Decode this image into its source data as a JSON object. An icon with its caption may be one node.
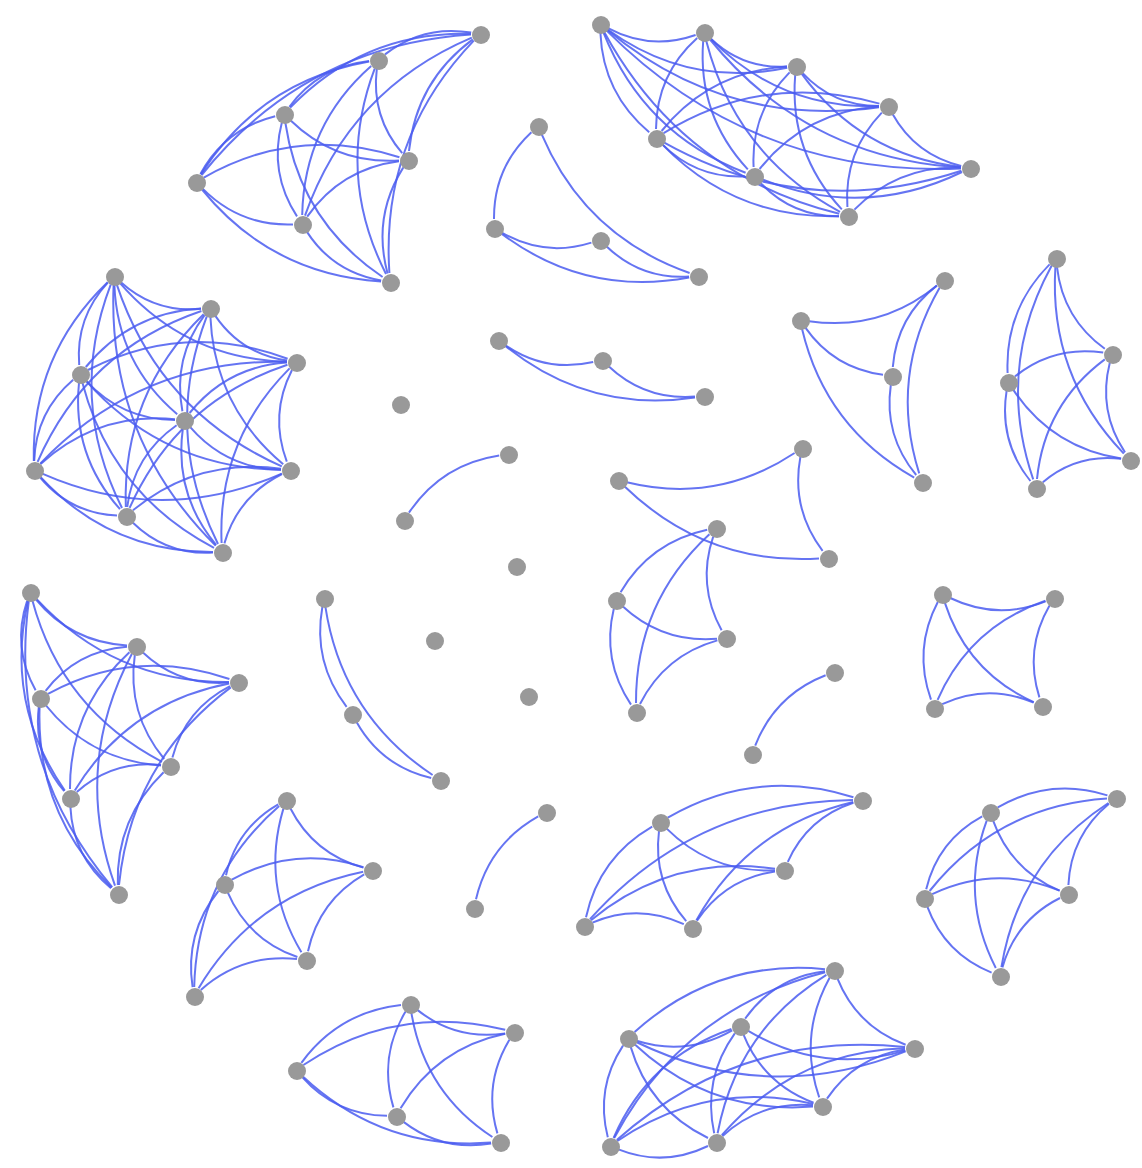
{
  "diagram": {
    "nodes": [
      {
        "text": [],
        "shape": "circle"
      },
      {
        "text": [],
        "shape": "circle"
      },
      {
        "text": [],
        "shape": "circle"
      },
      {
        "text": [],
        "shape": "circle"
      },
      {
        "text": [],
        "shape": "circle"
      },
      {
        "text": [],
        "shape": "circle"
      },
      {
        "text": [],
        "shape": "circle"
      },
      {
        "text": [],
        "shape": "circle"
      },
      {
        "text": [],
        "shape": "circle"
      },
      {
        "text": [],
        "shape": "circle"
      },
      {
        "text": [],
        "shape": "circle"
      },
      {
        "text": [],
        "shape": "circle"
      },
      {
        "text": [],
        "shape": "circle"
      },
      {
        "text": [],
        "shape": "circle"
      },
      {
        "text": [],
        "shape": "circle"
      },
      {
        "text": [],
        "shape": "circle"
      },
      {
        "text": [],
        "shape": "circle"
      },
      {
        "text": [],
        "shape": "circle"
      },
      {
        "text": [],
        "shape": "circle"
      },
      {
        "text": [],
        "shape": "circle"
      },
      {
        "text": [],
        "shape": "circle"
      },
      {
        "text": [],
        "shape": "circle"
      },
      {
        "text": [],
        "shape": "circle"
      },
      {
        "text": [],
        "shape": "circle"
      },
      {
        "text": [],
        "shape": "circle"
      },
      {
        "text": [],
        "shape": "circle"
      },
      {
        "text": [],
        "shape": "circle"
      },
      {
        "text": [],
        "shape": "circle"
      },
      {
        "text": [],
        "shape": "circle"
      },
      {
        "text": [],
        "shape": "circle"
      },
      {
        "text": [],
        "shape": "circle"
      },
      {
        "text": [],
        "shape": "circle"
      },
      {
        "text": [],
        "shape": "circle"
      },
      {
        "text": [],
        "shape": "circle"
      },
      {
        "text": [],
        "shape": "circle"
      },
      {
        "text": [],
        "shape": "circle"
      },
      {
        "text": [],
        "shape": "circle"
      },
      {
        "text": [],
        "shape": "circle"
      },
      {
        "text": [],
        "shape": "circle"
      },
      {
        "text": [],
        "shape": "circle"
      },
      {
        "text": [],
        "shape": "circle"
      },
      {
        "text": [],
        "shape": "circle"
      },
      {
        "text": [],
        "shape": "circle"
      },
      {
        "text": [],
        "shape": "circle"
      },
      {
        "text": [],
        "shape": "circle"
      },
      {
        "text": [],
        "shape": "circle"
      },
      {
        "text": [],
        "shape": "circle"
      },
      {
        "text": [],
        "shape": "circle"
      },
      {
        "text": [],
        "shape": "circle"
      },
      {
        "text": [],
        "shape": "circle"
      },
      {
        "text": [],
        "shape": "circle"
      },
      {
        "text": [],
        "shape": "circle"
      },
      {
        "text": [],
        "shape": "circle"
      },
      {
        "text": [],
        "shape": "circle"
      },
      {
        "text": [],
        "shape": "circle"
      },
      {
        "text": [],
        "shape": "circle"
      },
      {
        "text": [],
        "shape": "circle"
      },
      {
        "text": [],
        "shape": "circle"
      },
      {
        "text": [],
        "shape": "circle"
      },
      {
        "text": [],
        "shape": "circle"
      },
      {
        "text": [],
        "shape": "circle"
      },
      {
        "text": [],
        "shape": "circle"
      },
      {
        "text": [],
        "shape": "circle"
      },
      {
        "text": [],
        "shape": "circle"
      },
      {
        "text": [],
        "shape": "circle"
      },
      {
        "text": [],
        "shape": "circle"
      },
      {
        "text": [],
        "shape": "circle"
      },
      {
        "text": [],
        "shape": "circle"
      },
      {
        "text": [],
        "shape": "circle"
      },
      {
        "text": [],
        "shape": "circle"
      },
      {
        "text": [],
        "shape": "circle"
      },
      {
        "text": [],
        "shape": "circle"
      },
      {
        "text": [],
        "shape": "circle"
      },
      {
        "text": [],
        "shape": "circle"
      },
      {
        "text": [],
        "shape": "circle"
      },
      {
        "text": [],
        "shape": "circle"
      },
      {
        "text": [],
        "shape": "circle"
      },
      {
        "text": [],
        "shape": "circle"
      },
      {
        "text": [],
        "shape": "circle"
      },
      {
        "text": [],
        "shape": "circle"
      },
      {
        "text": [],
        "shape": "circle"
      },
      {
        "text": [],
        "shape": "circle"
      },
      {
        "text": [],
        "shape": "circle"
      },
      {
        "text": [],
        "shape": "circle"
      },
      {
        "text": [],
        "shape": "circle"
      },
      {
        "text": [],
        "shape": "circle"
      },
      {
        "text": [],
        "shape": "circle"
      },
      {
        "text": [],
        "shape": "circle"
      },
      {
        "text": [],
        "shape": "circle"
      },
      {
        "text": [],
        "shape": "circle"
      },
      {
        "text": [],
        "shape": "circle"
      },
      {
        "text": [],
        "shape": "circle"
      },
      {
        "text": [],
        "shape": "circle"
      },
      {
        "text": [],
        "shape": "circle"
      },
      {
        "text": [],
        "shape": "circle"
      },
      {
        "text": [],
        "shape": "circle"
      },
      {
        "text": [],
        "shape": "circle"
      },
      {
        "text": [],
        "shape": "circle"
      }
    ],
    "edges": [
      {
        "from": 0,
        "to": 1,
        "arrow": "none"
      },
      {
        "from": 0,
        "to": 2,
        "arrow": "none"
      },
      {
        "from": 0,
        "to": 3,
        "arrow": "none"
      },
      {
        "from": 0,
        "to": 4,
        "arrow": "none"
      },
      {
        "from": 0,
        "to": 5,
        "arrow": "none"
      },
      {
        "from": 0,
        "to": 6,
        "arrow": "none"
      },
      {
        "from": 1,
        "to": 2,
        "arrow": "none"
      },
      {
        "from": 1,
        "to": 3,
        "arrow": "none"
      },
      {
        "from": 1,
        "to": 4,
        "arrow": "none"
      },
      {
        "from": 1,
        "to": 5,
        "arrow": "none"
      },
      {
        "from": 1,
        "to": 6,
        "arrow": "none"
      },
      {
        "from": 2,
        "to": 3,
        "arrow": "none"
      },
      {
        "from": 2,
        "to": 4,
        "arrow": "none"
      },
      {
        "from": 2,
        "to": 5,
        "arrow": "none"
      },
      {
        "from": 2,
        "to": 6,
        "arrow": "none"
      },
      {
        "from": 3,
        "to": 4,
        "arrow": "none"
      },
      {
        "from": 3,
        "to": 5,
        "arrow": "none"
      },
      {
        "from": 3,
        "to": 6,
        "arrow": "none"
      },
      {
        "from": 4,
        "to": 5,
        "arrow": "none"
      },
      {
        "from": 4,
        "to": 6,
        "arrow": "none"
      },
      {
        "from": 5,
        "to": 6,
        "arrow": "none"
      },
      {
        "from": 7,
        "to": 8,
        "arrow": "none"
      },
      {
        "from": 7,
        "to": 9,
        "arrow": "none"
      },
      {
        "from": 7,
        "to": 10,
        "arrow": "none"
      },
      {
        "from": 7,
        "to": 11,
        "arrow": "none"
      },
      {
        "from": 7,
        "to": 12,
        "arrow": "none"
      },
      {
        "from": 7,
        "to": 13,
        "arrow": "none"
      },
      {
        "from": 7,
        "to": 14,
        "arrow": "none"
      },
      {
        "from": 8,
        "to": 9,
        "arrow": "none"
      },
      {
        "from": 8,
        "to": 10,
        "arrow": "none"
      },
      {
        "from": 8,
        "to": 11,
        "arrow": "none"
      },
      {
        "from": 8,
        "to": 12,
        "arrow": "none"
      },
      {
        "from": 8,
        "to": 13,
        "arrow": "none"
      },
      {
        "from": 8,
        "to": 14,
        "arrow": "none"
      },
      {
        "from": 9,
        "to": 10,
        "arrow": "none"
      },
      {
        "from": 9,
        "to": 11,
        "arrow": "none"
      },
      {
        "from": 9,
        "to": 12,
        "arrow": "none"
      },
      {
        "from": 9,
        "to": 13,
        "arrow": "none"
      },
      {
        "from": 9,
        "to": 14,
        "arrow": "none"
      },
      {
        "from": 10,
        "to": 11,
        "arrow": "none"
      },
      {
        "from": 10,
        "to": 12,
        "arrow": "none"
      },
      {
        "from": 10,
        "to": 13,
        "arrow": "none"
      },
      {
        "from": 10,
        "to": 14,
        "arrow": "none"
      },
      {
        "from": 11,
        "to": 12,
        "arrow": "none"
      },
      {
        "from": 11,
        "to": 13,
        "arrow": "none"
      },
      {
        "from": 11,
        "to": 14,
        "arrow": "none"
      },
      {
        "from": 12,
        "to": 13,
        "arrow": "none"
      },
      {
        "from": 12,
        "to": 14,
        "arrow": "none"
      },
      {
        "from": 13,
        "to": 14,
        "arrow": "none"
      },
      {
        "from": 15,
        "to": 16,
        "arrow": "none"
      },
      {
        "from": 15,
        "to": 18,
        "arrow": "none"
      },
      {
        "from": 16,
        "to": 17,
        "arrow": "none"
      },
      {
        "from": 16,
        "to": 18,
        "arrow": "none"
      },
      {
        "from": 17,
        "to": 18,
        "arrow": "none"
      },
      {
        "from": 19,
        "to": 20,
        "arrow": "none"
      },
      {
        "from": 19,
        "to": 21,
        "arrow": "none"
      },
      {
        "from": 19,
        "to": 22,
        "arrow": "none"
      },
      {
        "from": 19,
        "to": 23,
        "arrow": "none"
      },
      {
        "from": 19,
        "to": 24,
        "arrow": "none"
      },
      {
        "from": 19,
        "to": 25,
        "arrow": "none"
      },
      {
        "from": 19,
        "to": 26,
        "arrow": "none"
      },
      {
        "from": 19,
        "to": 27,
        "arrow": "none"
      },
      {
        "from": 20,
        "to": 21,
        "arrow": "none"
      },
      {
        "from": 20,
        "to": 22,
        "arrow": "none"
      },
      {
        "from": 20,
        "to": 23,
        "arrow": "none"
      },
      {
        "from": 20,
        "to": 24,
        "arrow": "none"
      },
      {
        "from": 20,
        "to": 25,
        "arrow": "none"
      },
      {
        "from": 20,
        "to": 26,
        "arrow": "none"
      },
      {
        "from": 20,
        "to": 27,
        "arrow": "none"
      },
      {
        "from": 21,
        "to": 22,
        "arrow": "none"
      },
      {
        "from": 21,
        "to": 23,
        "arrow": "none"
      },
      {
        "from": 21,
        "to": 24,
        "arrow": "none"
      },
      {
        "from": 21,
        "to": 25,
        "arrow": "none"
      },
      {
        "from": 21,
        "to": 26,
        "arrow": "none"
      },
      {
        "from": 21,
        "to": 27,
        "arrow": "none"
      },
      {
        "from": 22,
        "to": 23,
        "arrow": "none"
      },
      {
        "from": 22,
        "to": 24,
        "arrow": "none"
      },
      {
        "from": 22,
        "to": 25,
        "arrow": "none"
      },
      {
        "from": 22,
        "to": 26,
        "arrow": "none"
      },
      {
        "from": 22,
        "to": 27,
        "arrow": "none"
      },
      {
        "from": 23,
        "to": 24,
        "arrow": "none"
      },
      {
        "from": 23,
        "to": 25,
        "arrow": "none"
      },
      {
        "from": 23,
        "to": 26,
        "arrow": "none"
      },
      {
        "from": 23,
        "to": 27,
        "arrow": "none"
      },
      {
        "from": 24,
        "to": 25,
        "arrow": "none"
      },
      {
        "from": 24,
        "to": 26,
        "arrow": "none"
      },
      {
        "from": 24,
        "to": 27,
        "arrow": "none"
      },
      {
        "from": 25,
        "to": 26,
        "arrow": "none"
      },
      {
        "from": 25,
        "to": 27,
        "arrow": "none"
      },
      {
        "from": 26,
        "to": 27,
        "arrow": "none"
      },
      {
        "from": 28,
        "to": 29,
        "arrow": "none"
      },
      {
        "from": 28,
        "to": 30,
        "arrow": "none"
      },
      {
        "from": 29,
        "to": 30,
        "arrow": "none"
      },
      {
        "from": 31,
        "to": 32,
        "arrow": "none"
      },
      {
        "from": 31,
        "to": 33,
        "arrow": "none"
      },
      {
        "from": 31,
        "to": 34,
        "arrow": "none"
      },
      {
        "from": 32,
        "to": 33,
        "arrow": "none"
      },
      {
        "from": 32,
        "to": 34,
        "arrow": "none"
      },
      {
        "from": 33,
        "to": 34,
        "arrow": "none"
      },
      {
        "from": 35,
        "to": 36,
        "arrow": "none"
      },
      {
        "from": 35,
        "to": 37,
        "arrow": "none"
      },
      {
        "from": 35,
        "to": 38,
        "arrow": "none"
      },
      {
        "from": 35,
        "to": 39,
        "arrow": "none"
      },
      {
        "from": 36,
        "to": 37,
        "arrow": "none"
      },
      {
        "from": 36,
        "to": 38,
        "arrow": "none"
      },
      {
        "from": 36,
        "to": 39,
        "arrow": "none"
      },
      {
        "from": 37,
        "to": 38,
        "arrow": "none"
      },
      {
        "from": 37,
        "to": 39,
        "arrow": "none"
      },
      {
        "from": 38,
        "to": 39,
        "arrow": "none"
      },
      {
        "from": 44,
        "to": 45,
        "arrow": "none"
      },
      {
        "from": 47,
        "to": 46,
        "arrow": "none"
      },
      {
        "from": 47,
        "to": 48,
        "arrow": "none"
      },
      {
        "from": 46,
        "to": 48,
        "arrow": "none"
      },
      {
        "from": 49,
        "to": 50,
        "arrow": "none"
      },
      {
        "from": 49,
        "to": 51,
        "arrow": "none"
      },
      {
        "from": 49,
        "to": 52,
        "arrow": "none"
      },
      {
        "from": 50,
        "to": 51,
        "arrow": "none"
      },
      {
        "from": 50,
        "to": 52,
        "arrow": "none"
      },
      {
        "from": 51,
        "to": 52,
        "arrow": "none"
      },
      {
        "from": 53,
        "to": 54,
        "arrow": "none"
      },
      {
        "from": 53,
        "to": 55,
        "arrow": "none"
      },
      {
        "from": 53,
        "to": 56,
        "arrow": "none"
      },
      {
        "from": 54,
        "to": 55,
        "arrow": "none"
      },
      {
        "from": 54,
        "to": 56,
        "arrow": "none"
      },
      {
        "from": 55,
        "to": 56,
        "arrow": "none"
      },
      {
        "from": 57,
        "to": 58,
        "arrow": "none"
      },
      {
        "from": 59,
        "to": 60,
        "arrow": "none"
      },
      {
        "from": 59,
        "to": 61,
        "arrow": "none"
      },
      {
        "from": 59,
        "to": 62,
        "arrow": "none"
      },
      {
        "from": 59,
        "to": 63,
        "arrow": "none"
      },
      {
        "from": 59,
        "to": 64,
        "arrow": "none"
      },
      {
        "from": 59,
        "to": 65,
        "arrow": "none"
      },
      {
        "from": 60,
        "to": 61,
        "arrow": "none"
      },
      {
        "from": 60,
        "to": 62,
        "arrow": "none"
      },
      {
        "from": 60,
        "to": 63,
        "arrow": "none"
      },
      {
        "from": 60,
        "to": 64,
        "arrow": "none"
      },
      {
        "from": 60,
        "to": 65,
        "arrow": "none"
      },
      {
        "from": 61,
        "to": 62,
        "arrow": "none"
      },
      {
        "from": 61,
        "to": 63,
        "arrow": "none"
      },
      {
        "from": 61,
        "to": 64,
        "arrow": "none"
      },
      {
        "from": 61,
        "to": 65,
        "arrow": "none"
      },
      {
        "from": 62,
        "to": 63,
        "arrow": "none"
      },
      {
        "from": 62,
        "to": 64,
        "arrow": "none"
      },
      {
        "from": 62,
        "to": 65,
        "arrow": "none"
      },
      {
        "from": 63,
        "to": 64,
        "arrow": "none"
      },
      {
        "from": 63,
        "to": 65,
        "arrow": "none"
      },
      {
        "from": 64,
        "to": 65,
        "arrow": "none"
      },
      {
        "from": 66,
        "to": 67,
        "arrow": "none"
      },
      {
        "from": 66,
        "to": 68,
        "arrow": "none"
      },
      {
        "from": 67,
        "to": 68,
        "arrow": "none"
      },
      {
        "from": 69,
        "to": 70,
        "arrow": "none"
      },
      {
        "from": 71,
        "to": 72,
        "arrow": "none"
      },
      {
        "from": 71,
        "to": 73,
        "arrow": "none"
      },
      {
        "from": 71,
        "to": 74,
        "arrow": "none"
      },
      {
        "from": 71,
        "to": 75,
        "arrow": "none"
      },
      {
        "from": 72,
        "to": 73,
        "arrow": "none"
      },
      {
        "from": 72,
        "to": 74,
        "arrow": "none"
      },
      {
        "from": 72,
        "to": 75,
        "arrow": "none"
      },
      {
        "from": 73,
        "to": 74,
        "arrow": "none"
      },
      {
        "from": 73,
        "to": 75,
        "arrow": "none"
      },
      {
        "from": 74,
        "to": 75,
        "arrow": "none"
      },
      {
        "from": 76,
        "to": 77,
        "arrow": "none"
      },
      {
        "from": 76,
        "to": 78,
        "arrow": "none"
      },
      {
        "from": 76,
        "to": 79,
        "arrow": "none"
      },
      {
        "from": 76,
        "to": 80,
        "arrow": "none"
      },
      {
        "from": 77,
        "to": 78,
        "arrow": "none"
      },
      {
        "from": 77,
        "to": 79,
        "arrow": "none"
      },
      {
        "from": 77,
        "to": 80,
        "arrow": "none"
      },
      {
        "from": 78,
        "to": 79,
        "arrow": "none"
      },
      {
        "from": 78,
        "to": 80,
        "arrow": "none"
      },
      {
        "from": 79,
        "to": 80,
        "arrow": "none"
      },
      {
        "from": 81,
        "to": 82,
        "arrow": "none"
      },
      {
        "from": 81,
        "to": 83,
        "arrow": "none"
      },
      {
        "from": 81,
        "to": 84,
        "arrow": "none"
      },
      {
        "from": 81,
        "to": 85,
        "arrow": "none"
      },
      {
        "from": 82,
        "to": 83,
        "arrow": "none"
      },
      {
        "from": 82,
        "to": 84,
        "arrow": "none"
      },
      {
        "from": 82,
        "to": 85,
        "arrow": "none"
      },
      {
        "from": 83,
        "to": 84,
        "arrow": "none"
      },
      {
        "from": 83,
        "to": 85,
        "arrow": "none"
      },
      {
        "from": 84,
        "to": 85,
        "arrow": "none"
      },
      {
        "from": 86,
        "to": 87,
        "arrow": "none"
      },
      {
        "from": 86,
        "to": 88,
        "arrow": "none"
      },
      {
        "from": 86,
        "to": 89,
        "arrow": "none"
      },
      {
        "from": 86,
        "to": 90,
        "arrow": "none"
      },
      {
        "from": 87,
        "to": 88,
        "arrow": "none"
      },
      {
        "from": 87,
        "to": 89,
        "arrow": "none"
      },
      {
        "from": 87,
        "to": 90,
        "arrow": "none"
      },
      {
        "from": 88,
        "to": 89,
        "arrow": "none"
      },
      {
        "from": 88,
        "to": 90,
        "arrow": "none"
      },
      {
        "from": 89,
        "to": 90,
        "arrow": "none"
      },
      {
        "from": 91,
        "to": 92,
        "arrow": "none"
      },
      {
        "from": 91,
        "to": 93,
        "arrow": "none"
      },
      {
        "from": 91,
        "to": 94,
        "arrow": "none"
      },
      {
        "from": 91,
        "to": 95,
        "arrow": "none"
      },
      {
        "from": 91,
        "to": 96,
        "arrow": "none"
      },
      {
        "from": 91,
        "to": 97,
        "arrow": "none"
      },
      {
        "from": 92,
        "to": 93,
        "arrow": "none"
      },
      {
        "from": 92,
        "to": 94,
        "arrow": "none"
      },
      {
        "from": 92,
        "to": 95,
        "arrow": "none"
      },
      {
        "from": 92,
        "to": 96,
        "arrow": "none"
      },
      {
        "from": 92,
        "to": 97,
        "arrow": "none"
      },
      {
        "from": 93,
        "to": 94,
        "arrow": "none"
      },
      {
        "from": 93,
        "to": 95,
        "arrow": "none"
      },
      {
        "from": 93,
        "to": 96,
        "arrow": "none"
      },
      {
        "from": 93,
        "to": 97,
        "arrow": "none"
      },
      {
        "from": 94,
        "to": 95,
        "arrow": "none"
      },
      {
        "from": 94,
        "to": 96,
        "arrow": "none"
      },
      {
        "from": 94,
        "to": 97,
        "arrow": "none"
      },
      {
        "from": 95,
        "to": 96,
        "arrow": "none"
      },
      {
        "from": 95,
        "to": 97,
        "arrow": "none"
      },
      {
        "from": 96,
        "to": 97,
        "arrow": "none"
      }
    ]
  }
}
